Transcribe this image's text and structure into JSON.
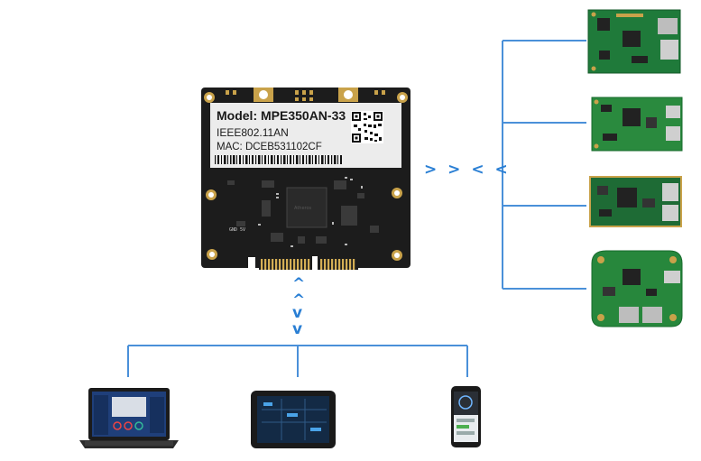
{
  "module": {
    "label_model": "Model: MPE350AN-33",
    "label_standard": "IEEE802.11AN",
    "label_mac": "MAC: DCEB531102CF",
    "silk_gnd": "GND",
    "silk_5v": "5V"
  },
  "arrows": {
    "horizontal": "> > < <",
    "vertical": [
      "^",
      "^",
      "v",
      "v"
    ]
  },
  "host_boards": [
    "router-board-1",
    "router-board-2",
    "router-board-3",
    "router-board-4"
  ],
  "client_devices": [
    "laptop",
    "tablet",
    "smartphone"
  ],
  "colors": {
    "connector": "#4a90d9",
    "arrow": "#2a7fd4",
    "pcb_green": "#1f7a3a",
    "module_pcb": "#1c1c1c",
    "gold": "#c9a24a"
  }
}
